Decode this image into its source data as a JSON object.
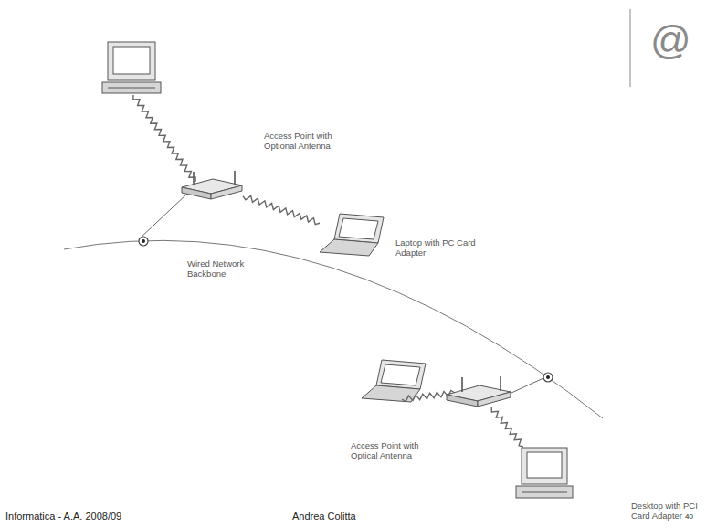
{
  "diagram": {
    "nodes": [
      {
        "text": [
          "Access Point with Optional Antenna"
        ]
      },
      {
        "text": [
          "Laptop with PC Card Adapter"
        ]
      },
      {
        "text": [
          "Access Point with Optical Antenna"
        ]
      },
      {
        "text": [
          "Desktop with PCI Card Adapter"
        ]
      }
    ],
    "edges": [
      {
        "from": 0,
        "to": 1,
        "arrow": "none"
      },
      {
        "from": 2,
        "to": 3,
        "arrow": "none"
      }
    ],
    "labels": [
      "@",
      "Wired Network Backbone",
      "Informatica - A.A. 2008/09",
      "Andrea Colitta",
      "40"
    ]
  }
}
